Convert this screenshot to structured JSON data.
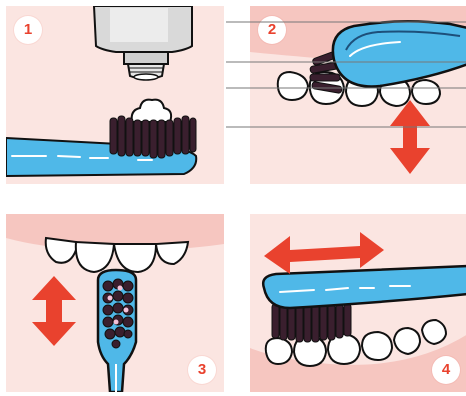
{
  "steps": [
    {
      "number": "1"
    },
    {
      "number": "2"
    },
    {
      "number": "3"
    },
    {
      "number": "4"
    }
  ],
  "colors": {
    "panel_background": "#fbe5e1",
    "brush_blue": "#4fb8e8",
    "brush_blue_dark": "#1d4f7a",
    "bristles": "#3a1f2e",
    "gum_pink": "#f6c6c0",
    "arrow_red": "#e9422e",
    "badge_text": "#e9422e",
    "tooth_white": "#ffffff",
    "outline": "#111111"
  },
  "icons": {
    "p1": [
      "toothpaste-tube-icon",
      "toothpaste-blob-icon",
      "toothbrush-icon"
    ],
    "p2": [
      "toothbrush-icon",
      "teeth-icon",
      "vertical-double-arrow-icon"
    ],
    "p3": [
      "teeth-icon",
      "toothbrush-icon",
      "vertical-double-arrow-icon"
    ],
    "p4": [
      "toothbrush-icon",
      "teeth-icon",
      "horizontal-double-arrow-icon"
    ]
  }
}
